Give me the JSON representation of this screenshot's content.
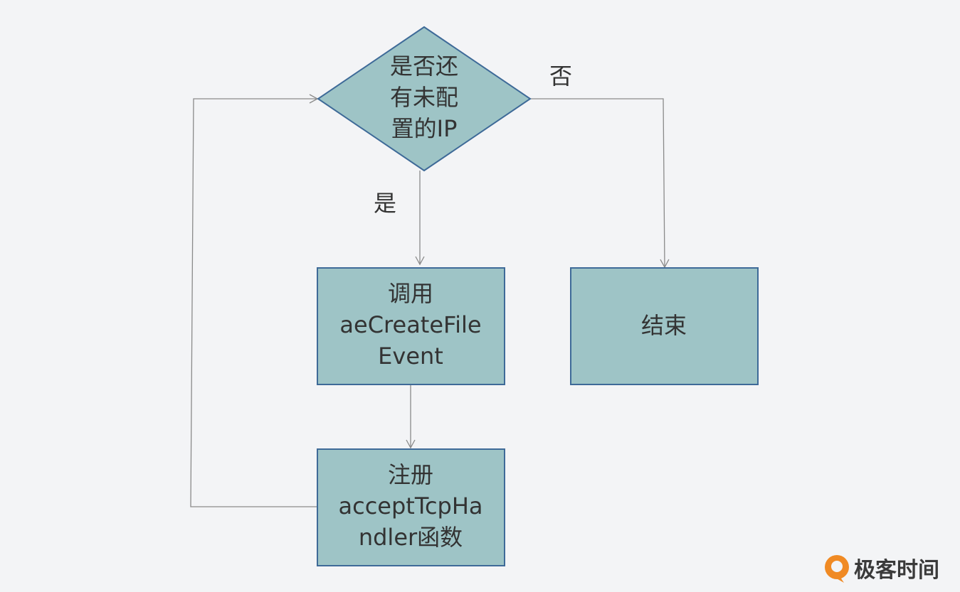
{
  "colors": {
    "background": "#f3f4f6",
    "node_fill": "#9ec4c6",
    "node_stroke": "#3e6a98",
    "edge": "#8a8a8a",
    "text": "#333333",
    "logo_orange": "#f08a24"
  },
  "decision": {
    "lines": [
      "是否还",
      "有未配",
      "置的IP"
    ]
  },
  "edge_labels": {
    "yes": "是",
    "no": "否"
  },
  "nodes": {
    "call": {
      "lines": [
        "调用",
        "aeCreateFile",
        "Event"
      ]
    },
    "end": {
      "lines": [
        "结束"
      ]
    },
    "register": {
      "lines": [
        "注册",
        "acceptTcpHa",
        "ndler函数"
      ]
    }
  },
  "logo": {
    "text": "极客时间",
    "icon": "geektime-logo-icon"
  }
}
